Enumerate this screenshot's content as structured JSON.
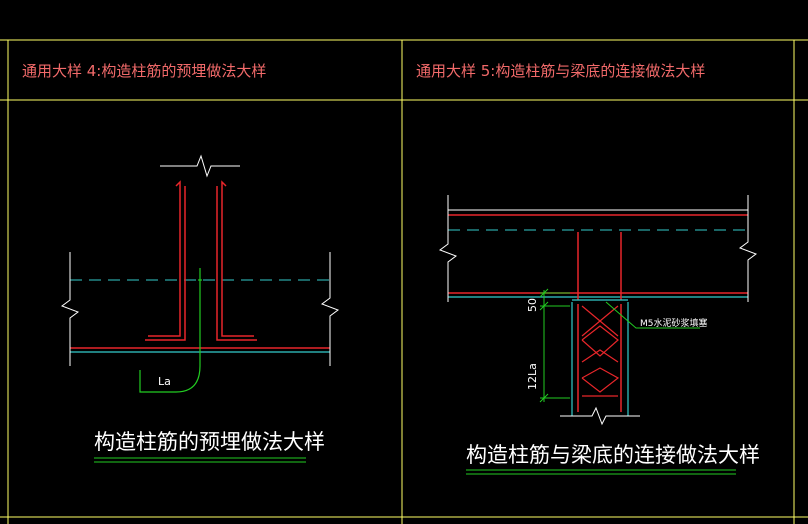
{
  "colors": {
    "background": "#000000",
    "frame": "#ffff66",
    "beam_line": "#ffffff",
    "cyan": "#33cccc",
    "rebar_red": "#e8262a",
    "green": "#22cc22",
    "header_text": "#f26a6a"
  },
  "left_panel": {
    "header": "通用大样 4:构造柱筋的预埋做法大样",
    "anchor_label": "La",
    "caption": "构造柱筋的预埋做法大样"
  },
  "right_panel": {
    "header": "通用大样 5:构造柱筋与梁底的连接做法大样",
    "dim_top": "50",
    "dim_side": "12La",
    "mortar_label": "M5水泥砂浆填塞",
    "caption": "构造柱筋与梁底的连接做法大样"
  }
}
